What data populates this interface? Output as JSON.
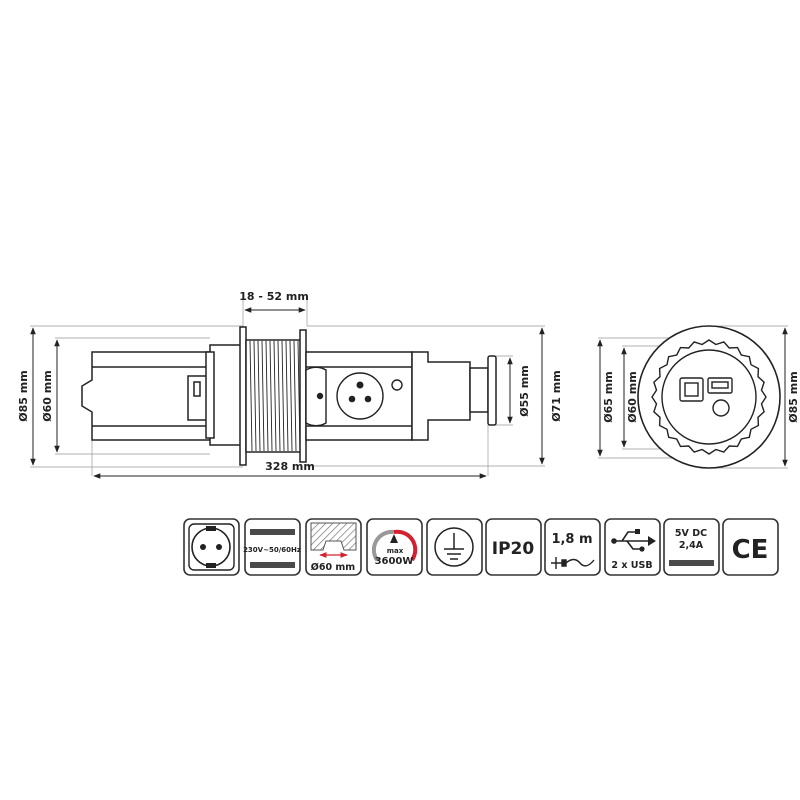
{
  "dimensions": {
    "clamp_range": "18 - 52 mm",
    "side_outer_diameter": "Ø85 mm",
    "side_inner_diameter": "Ø60 mm",
    "cap_diameter": "Ø55 mm",
    "body_diameter": "Ø71 mm",
    "total_length": "328 mm",
    "top_outer_diameter": "Ø65 mm",
    "top_inner_diameter": "Ø60 mm",
    "top_flange_diameter": "Ø85 mm"
  },
  "icons": {
    "voltage_label": "230V~50/60Hz",
    "hole_label": "Ø60 mm",
    "power_max": "max",
    "power_value": "3600W",
    "ip_rating": "IP20",
    "cable_length": "1,8 m",
    "usb_label": "2 x USB",
    "dc_voltage": "5V DC",
    "dc_current": "2,4A",
    "ce_mark": "CE"
  },
  "colors": {
    "line": "#222222",
    "bar": "#4a4a4a",
    "power_arc": "#d4202f",
    "hole_arrow": "#d4202f"
  }
}
